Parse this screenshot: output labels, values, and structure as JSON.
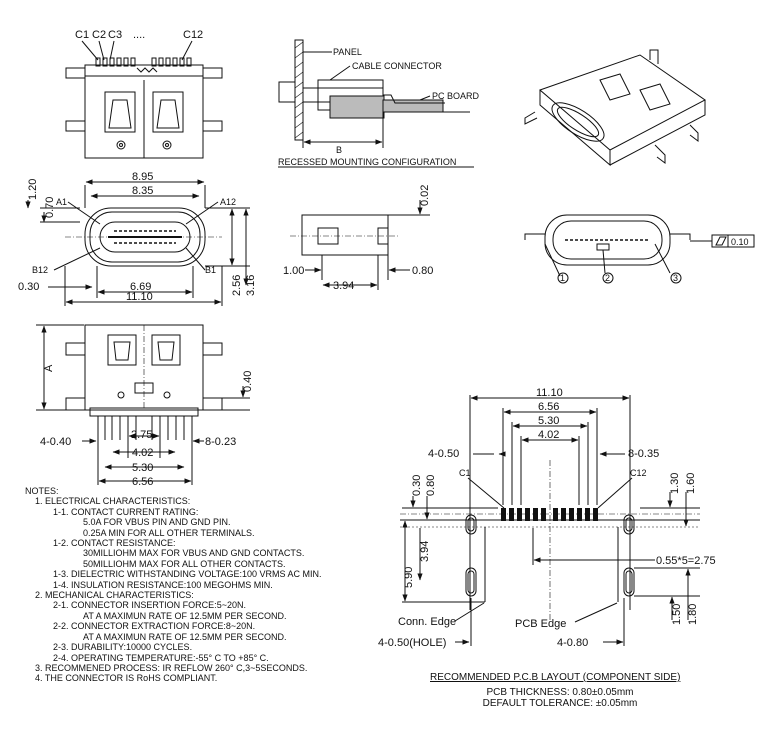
{
  "top_view": {
    "pin_labels": [
      "C1",
      "C2",
      "C3",
      "....",
      "C12"
    ]
  },
  "recess": {
    "labels": [
      "PANEL",
      "CABLE CONNECTOR",
      "PC BOARD",
      "B"
    ],
    "title": "RECESSED MOUNTING CONFIGURATION"
  },
  "front_view": {
    "dims": [
      "8.95",
      "8.35",
      "1.20",
      "0.70",
      "A1",
      "A12",
      "B12",
      "B1",
      "0.30",
      "6.69",
      "11.10",
      "2.56",
      "3.16"
    ]
  },
  "side_view": {
    "dims": [
      "0.02",
      "1.00",
      "3.94",
      "0.80"
    ]
  },
  "section_view": {
    "callouts": [
      "1",
      "2",
      "3"
    ],
    "flatness": "0.10"
  },
  "bottom_view": {
    "dims": [
      "A",
      "0.40",
      "4-0.40",
      "8-0.23",
      "2.75",
      "4.02",
      "5.30",
      "6.56"
    ]
  },
  "pcb_layout": {
    "dims": [
      "11.10",
      "6.56",
      "5.30",
      "4.02",
      "4-0.50",
      "8-0.35",
      "C1",
      "C12",
      "0.30",
      "0.80",
      "1.30",
      "1.60",
      "5.90",
      "3.94",
      "0.55*5=2.75",
      "1.50",
      "1.80",
      "Conn. Edge",
      "PCB Edge",
      "4-0.50(HOLE)",
      "4-0.80"
    ],
    "title": "RECOMMENDED P.C.B LAYOUT (COMPONENT SIDE)",
    "thickness": "PCB THICKNESS: 0.80±0.05mm",
    "tolerance": "DEFAULT TOLERANCE: ±0.05mm"
  },
  "notes": {
    "heading": "NOTES:",
    "lines": [
      "1. ELECTRICAL CHARACTERISTICS:",
      "1-1. CONTACT CURRENT RATING:",
      "5.0A FOR VBUS PIN AND GND PIN.",
      "0.25A MIN FOR ALL OTHER TERMINALS.",
      "1-2. CONTACT RESISTANCE:",
      "30MILLIOHM MAX FOR VBUS AND GND CONTACTS.",
      "50MILLIOHM MAX FOR ALL OTHER CONTACTS.",
      "1-3. DIELECTRIC WITHSTANDING VOLTAGE:100 VRMS AC MIN.",
      "1-4. INSULATION RESISTANCE:100 MEGOHMS MIN.",
      "2. MECHANICAL CHARACTERISTICS:",
      "2-1. CONNECTOR INSERTION FORCE:5~20N.",
      "AT A MAXIMUN RATE OF 12.5MM PER SECOND.",
      "2-2. CONNECTOR EXTRACTION FORCE:8~20N.",
      "AT A MAXIMUN RATE OF 12.5MM PER SECOND.",
      "2-3. DURABILITY:10000 CYCLES.",
      "2-4. OPERATING TEMPERATURE:-55° C TO +85° C.",
      "3. RECOMMENED PROCESS: IR REFLOW 260° C,3~5SECONDS.",
      "4. THE CONNECTOR IS RoHS COMPLIANT."
    ]
  }
}
